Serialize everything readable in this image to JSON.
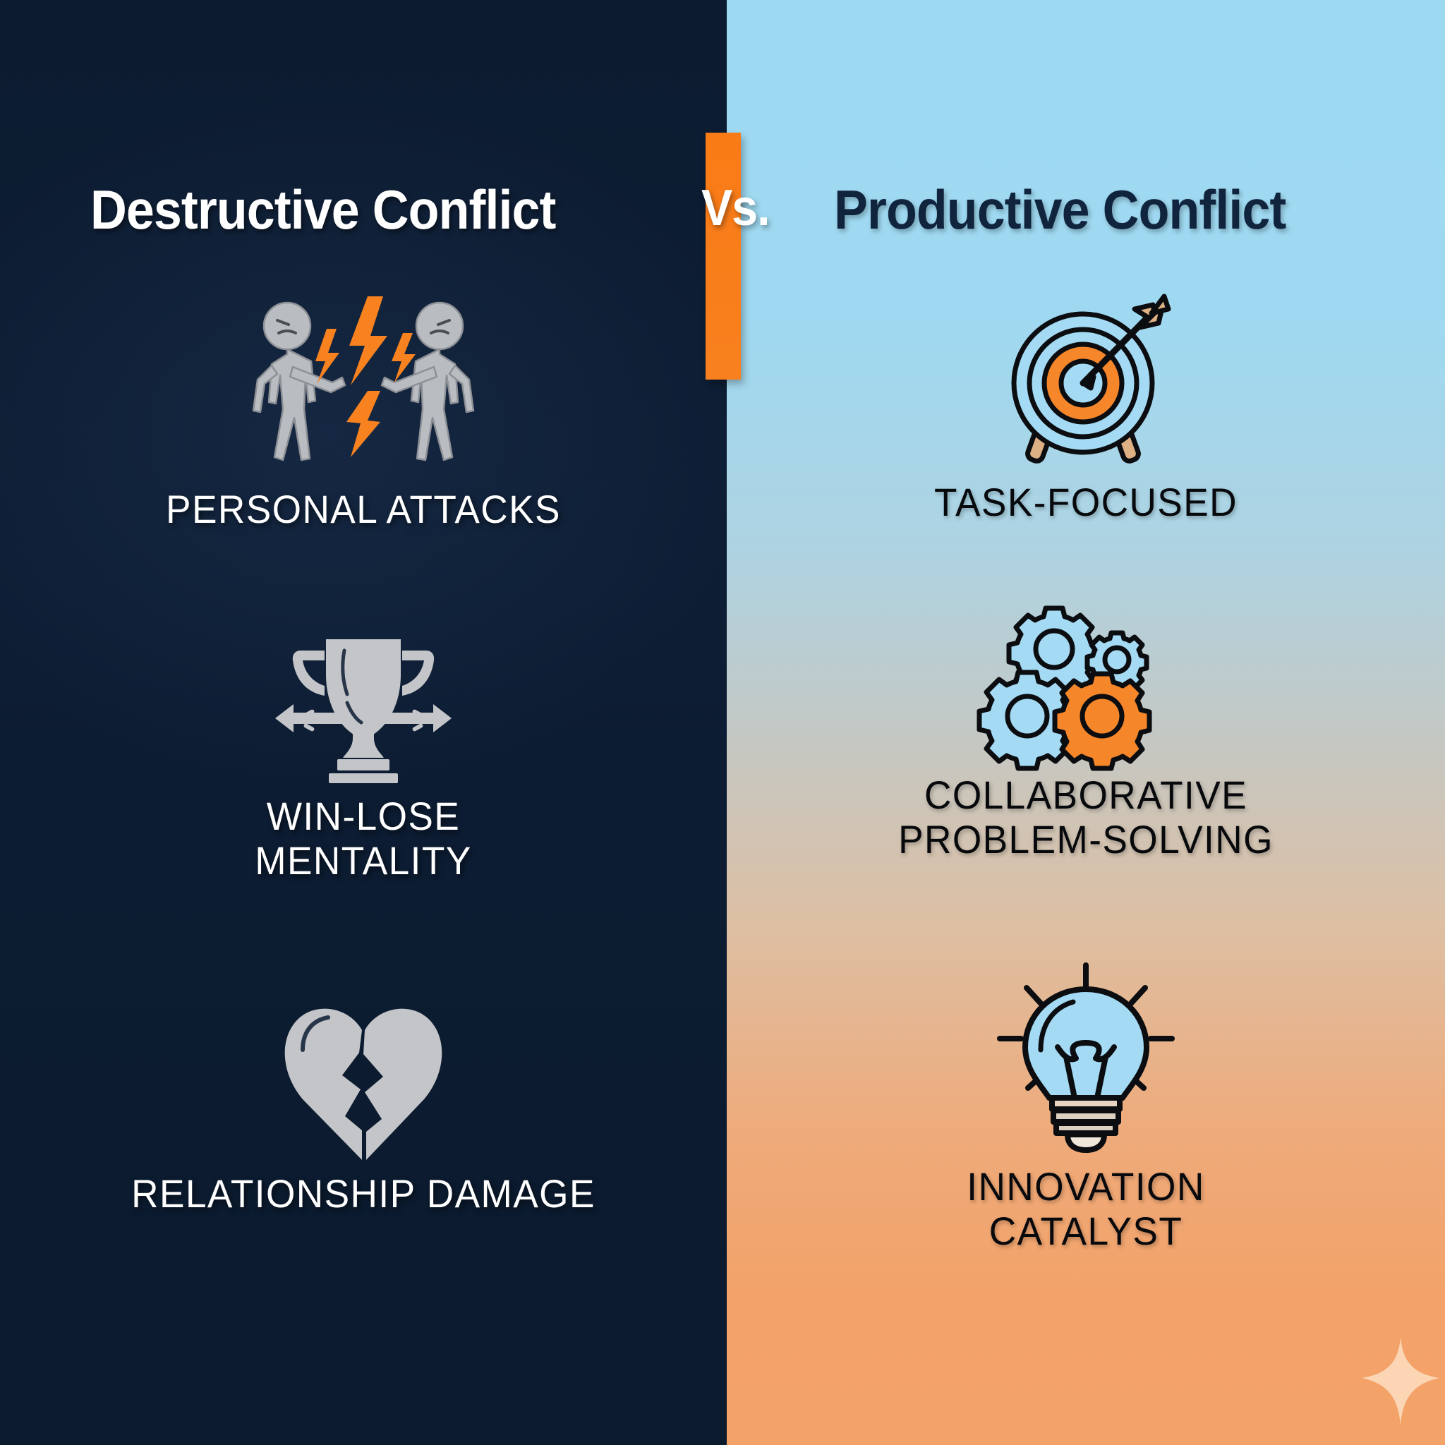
{
  "header": {
    "left_title": "Destructive Conflict",
    "vs_label": "Vs.",
    "right_title": "Productive Conflict"
  },
  "colors": {
    "dark_panel": "#0d1c33",
    "light_panel_top": "#9ed9f2",
    "light_panel_bottom": "#f4a368",
    "accent_orange": "#f97b16",
    "icon_gray": "#b9bcc0",
    "icon_blue": "#9ed9f2",
    "sparkle": "#fbd5b4",
    "label_dark_text": "#ffffff",
    "label_light_text": "#07090c"
  },
  "left_column": {
    "title": "Destructive Conflict",
    "items": [
      {
        "icon": "two-people-fighting-icon",
        "label": "PERSONAL ATTACKS"
      },
      {
        "icon": "trophy-tug-of-war-icon",
        "label_line1": "WIN-LOSE",
        "label_line2": "MENTALITY"
      },
      {
        "icon": "broken-heart-icon",
        "label": "RELATIONSHIP DAMAGE"
      }
    ]
  },
  "right_column": {
    "title": "Productive Conflict",
    "items": [
      {
        "icon": "target-with-arrow-icon",
        "label": "TASK-FOCUSED"
      },
      {
        "icon": "gears-icon",
        "label_line1": "COLLABORATIVE",
        "label_line2": "PROBLEM-SOLVING"
      },
      {
        "icon": "lightbulb-icon",
        "label_line1": "INNOVATION",
        "label_line2": "CATALYST"
      }
    ]
  },
  "decor": {
    "sparkle_icon": "four-point-sparkle-icon",
    "divider_icon": "orange-divider-bar"
  }
}
